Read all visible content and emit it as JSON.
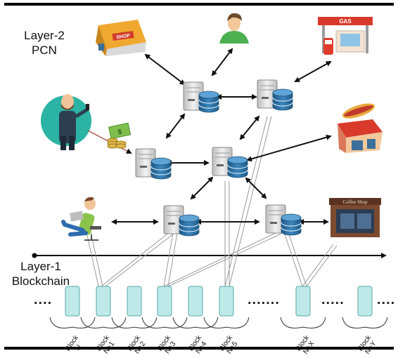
{
  "layer2": {
    "line1": "Layer-2",
    "line2": "PCN"
  },
  "layer1": {
    "line1": "Layer-1",
    "line2": "Blockchain"
  },
  "icons": {
    "shop": "shop-icon",
    "person": "person-icon",
    "gas_station": "gas-station-icon",
    "businessman": "businessman-icon",
    "money": "money-icon",
    "fast_food": "fast-food-shop-icon",
    "relaxing_person": "relaxing-person-icon",
    "coffee_shop": "coffee-shop-icon",
    "server": "server-icon"
  },
  "sign_labels": {
    "shop": "SHOP",
    "gas": "GAS",
    "coffee": "Coffee Shop"
  },
  "dots": {
    "left": "....",
    "mid": ".......",
    "right1": ".....",
    "right2": "...."
  },
  "blocks": [
    {
      "l1": "Block",
      "l2": "N"
    },
    {
      "l1": "Block",
      "l2": "N+1"
    },
    {
      "l1": "Block",
      "l2": "N+2"
    },
    {
      "l1": "Block",
      "l2": "N+3"
    },
    {
      "l1": "Block",
      "l2": "N+4"
    },
    {
      "l1": "Block",
      "l2": "N+5"
    },
    {
      "l1": "Block",
      "l2": "N+X"
    },
    {
      "l1": "Block",
      "l2": "N+Y"
    }
  ],
  "colors": {
    "block_fill": "#bfe9e9",
    "block_stroke": "#5aa7a7",
    "server_body": "#d9d9d9",
    "db_blue": "#2f6f9f",
    "arrow": "#111111",
    "link": "#9a9a9a"
  }
}
